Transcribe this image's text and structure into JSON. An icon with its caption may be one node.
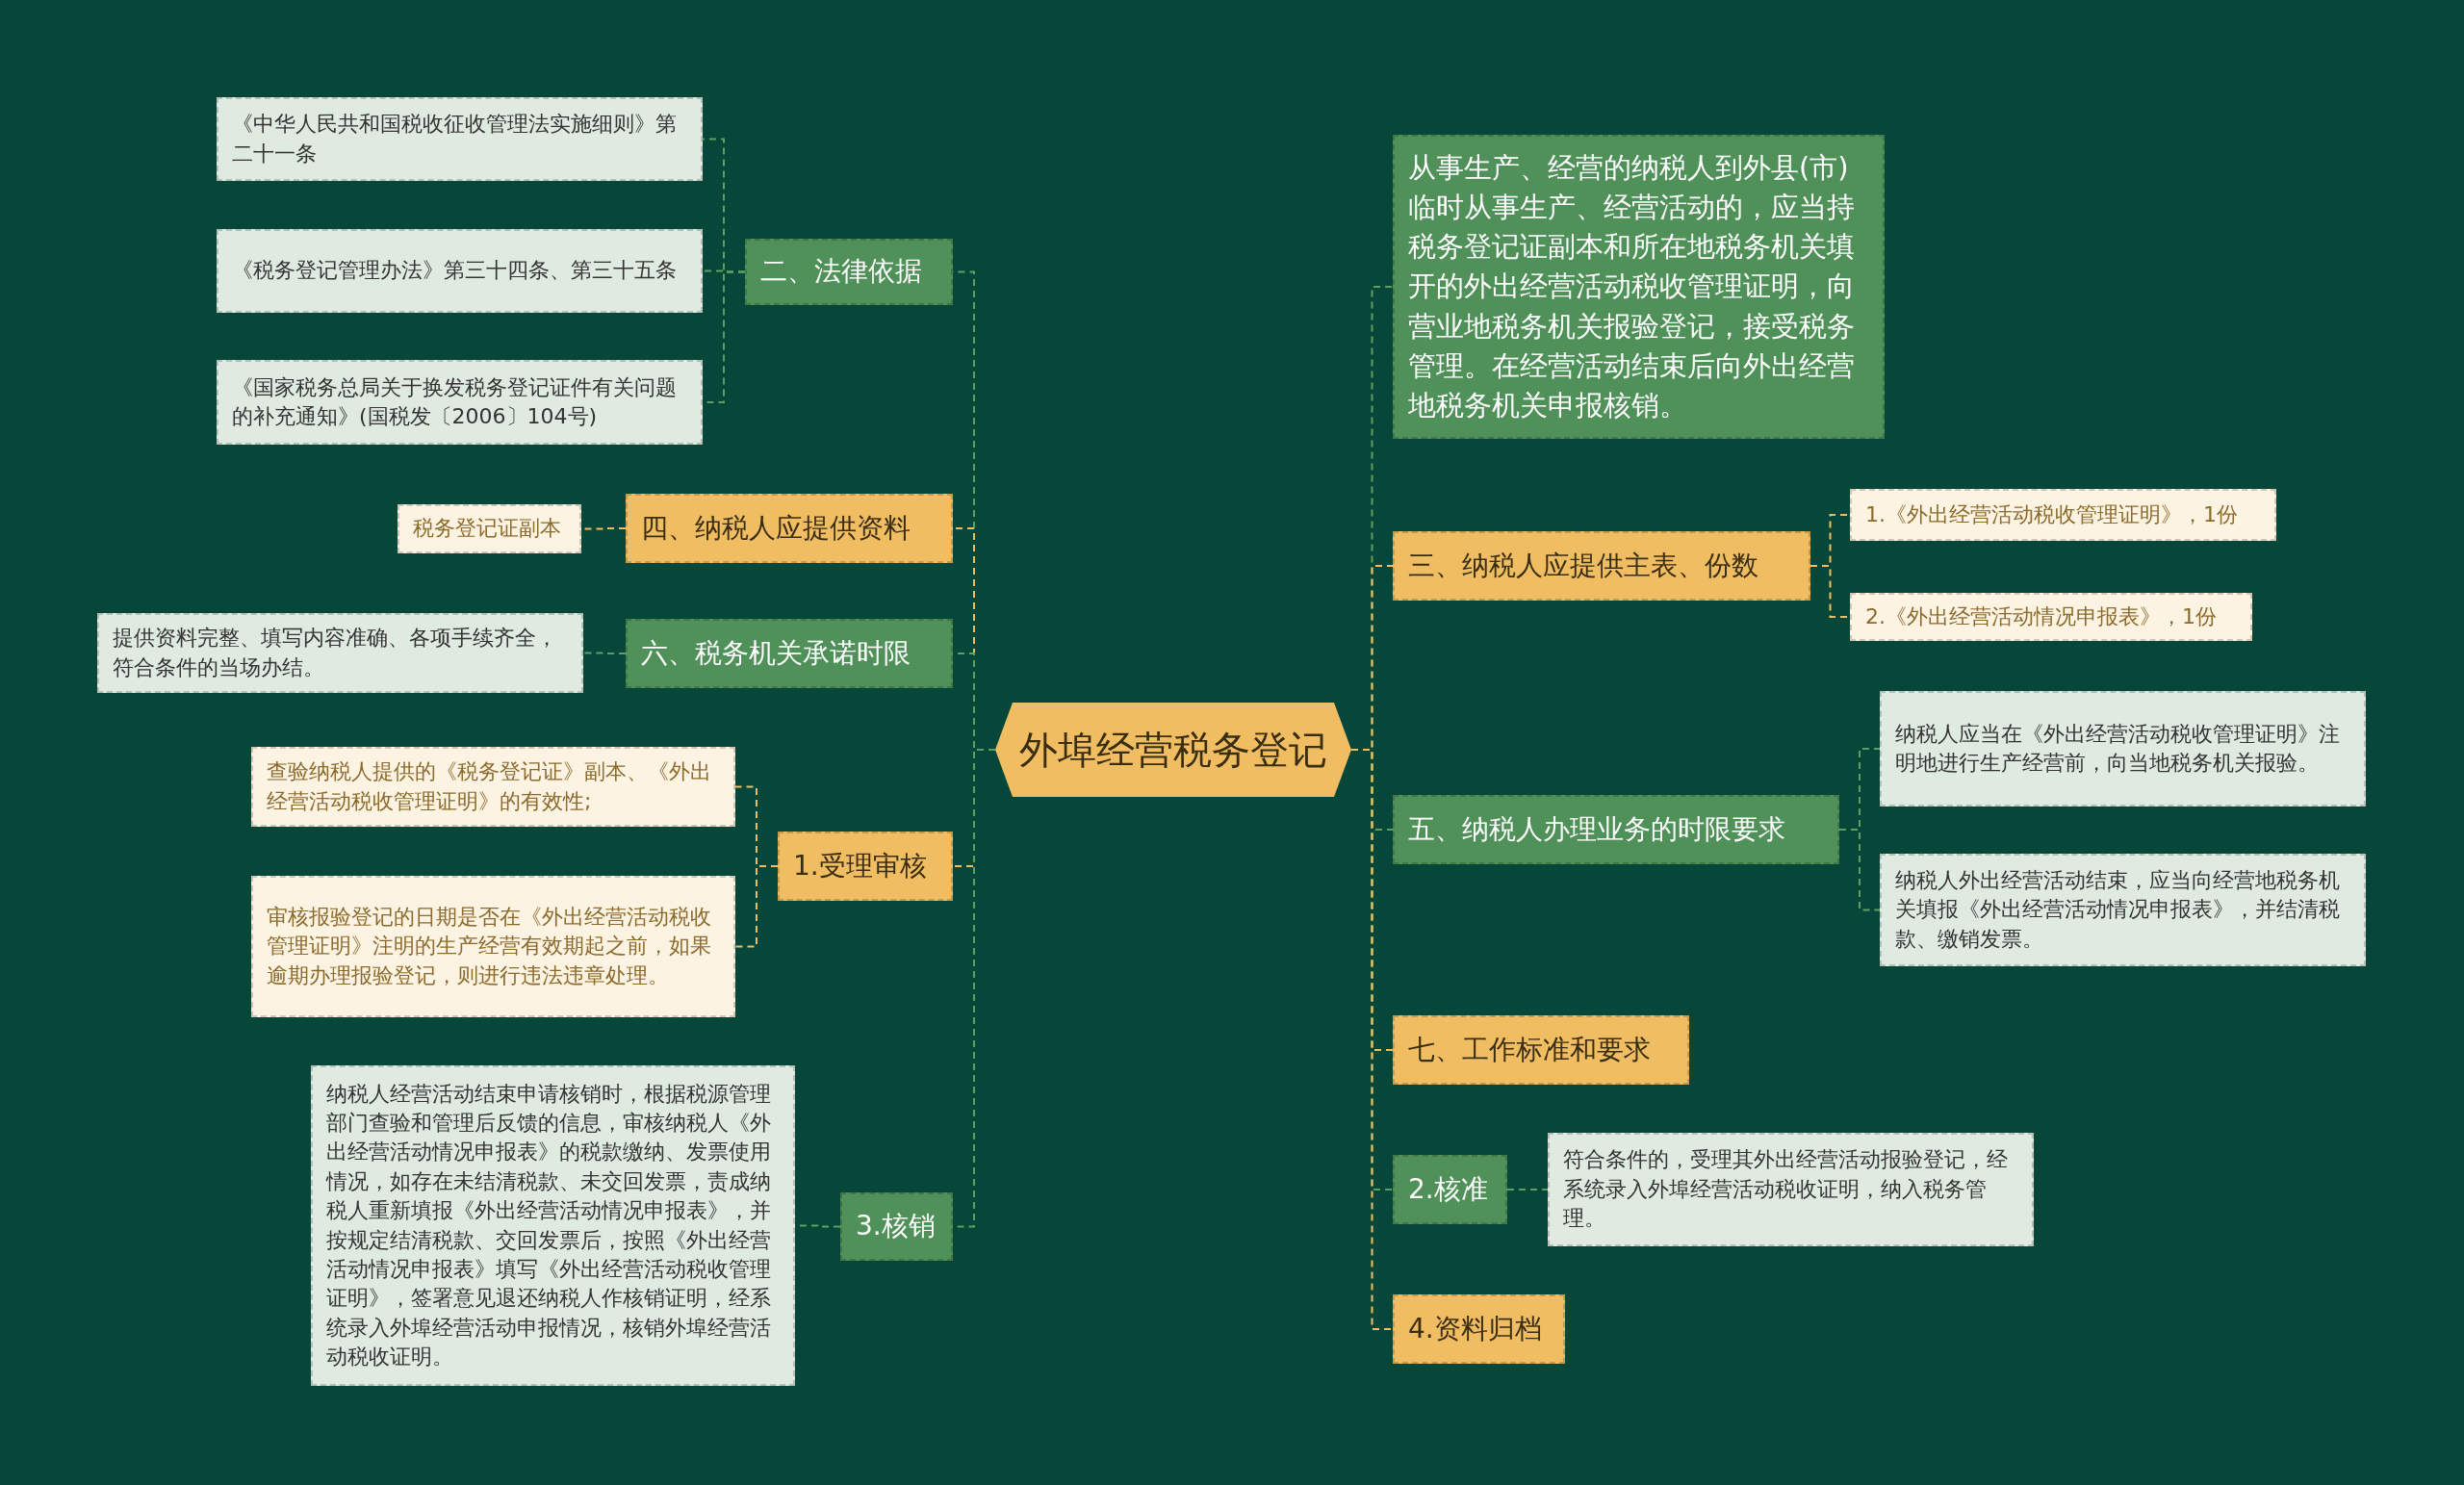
{
  "diagram": {
    "nodes": [
      {
        "text": [
          "外埠经营税务登记"
        ]
      },
      {
        "text": [
          "二、法律依据"
        ]
      },
      {
        "text": [
          "《中华人民共和国税收征收管理法实施细则》第二十一条"
        ]
      },
      {
        "text": [
          "《税务登记管理办法》第三十四条、第三十五条"
        ]
      },
      {
        "text": [
          "《国家税务总局关于换发税务登记证件有关问题的补充通知》(国税发〔2006〕104号)"
        ]
      },
      {
        "text": [
          "四、纳税人应提供资料"
        ]
      },
      {
        "text": [
          "税务登记证副本"
        ]
      },
      {
        "text": [
          "六、税务机关承诺时限"
        ]
      },
      {
        "text": [
          "提供资料完整、填写内容准确、各项手续齐全，符合条件的当场办结。"
        ]
      },
      {
        "text": [
          "1.受理审核"
        ]
      },
      {
        "text": [
          "查验纳税人提供的《税务登记证》副本、《外出经营活动税收管理证明》的有效性;"
        ]
      },
      {
        "text": [
          "审核报验登记的日期是否在《外出经营活动税收管理证明》注明的生产经营有效期起之前，如果逾期办理报验登记，则进行违法违章处理。"
        ]
      },
      {
        "text": [
          "3.核销"
        ]
      },
      {
        "text": [
          "纳税人经营活动结束申请核销时，根据税源管理部门查验和管理后反馈的信息，审核纳税人《外出经营活动情况申报表》的税款缴纳、发票使用情况，如存在未结清税款、未交回发票，责成纳税人重新填报《外出经营活动情况申报表》，并按规定结清税款、交回发票后，按照《外出经营活动情况申报表》填写《外出经营活动税收管理证明》，签署意见退还纳税人作核销证明，经系统录入外埠经营活动申报情况，核销外埠经营活动税收证明。"
        ]
      },
      {
        "text": [
          "从事生产、经营的纳税人到外县(市)临时从事生产、经营活动的，应当持税务登记证副本和所在地税务机关填开的外出经营活动税收管理证明，向营业地税务机关报验登记，接受税务管理。在经营活动结束后向外出经营地税务机关申报核销。"
        ]
      },
      {
        "text": [
          "三、纳税人应提供主表、份数"
        ]
      },
      {
        "text": [
          "1.《外出经营活动税收管理证明》，1份"
        ]
      },
      {
        "text": [
          "2.《外出经营活动情况申报表》，1份"
        ]
      },
      {
        "text": [
          "五、纳税人办理业务的时限要求"
        ]
      },
      {
        "text": [
          "纳税人应当在《外出经营活动税收管理证明》注明地进行生产经营前，向当地税务机关报验。"
        ]
      },
      {
        "text": [
          "纳税人外出经营活动结束，应当向经营地税务机关填报《外出经营活动情况申报表》，并结清税款、缴销发票。"
        ]
      },
      {
        "text": [
          "七、工作标准和要求"
        ]
      },
      {
        "text": [
          "2.核准"
        ]
      },
      {
        "text": [
          "符合条件的，受理其外出经营活动报验登记，经系统录入外埠经营活动税收证明，纳入税务管理。"
        ]
      },
      {
        "text": [
          "4.资料归档"
        ]
      }
    ],
    "edges": [
      {
        "from": 0,
        "to": 1,
        "arrow": "none",
        "style": "dashed"
      },
      {
        "from": 1,
        "to": 2,
        "arrow": "none",
        "style": "dashed"
      },
      {
        "from": 1,
        "to": 3,
        "arrow": "none",
        "style": "dashed"
      },
      {
        "from": 1,
        "to": 4,
        "arrow": "none",
        "style": "dashed"
      },
      {
        "from": 0,
        "to": 5,
        "arrow": "none",
        "style": "dashed",
        "color": "#f0bd62"
      },
      {
        "from": 5,
        "to": 6,
        "arrow": "none",
        "style": "dashed",
        "color": "#f0bd62"
      },
      {
        "from": 0,
        "to": 7,
        "arrow": "none",
        "style": "dashed"
      },
      {
        "from": 7,
        "to": 8,
        "arrow": "none",
        "style": "dashed"
      },
      {
        "from": 0,
        "to": 9,
        "arrow": "none",
        "style": "dashed",
        "color": "#f0bd62"
      },
      {
        "from": 9,
        "to": 10,
        "arrow": "none",
        "style": "dashed",
        "color": "#f0bd62"
      },
      {
        "from": 9,
        "to": 11,
        "arrow": "none",
        "style": "dashed",
        "color": "#f0bd62"
      },
      {
        "from": 0,
        "to": 12,
        "arrow": "none",
        "style": "dashed"
      },
      {
        "from": 12,
        "to": 13,
        "arrow": "none",
        "style": "dashed"
      },
      {
        "from": 0,
        "to": 14,
        "arrow": "none",
        "style": "dashed"
      },
      {
        "from": 0,
        "to": 15,
        "arrow": "none",
        "style": "dashed",
        "color": "#f0bd62"
      },
      {
        "from": 15,
        "to": 16,
        "arrow": "none",
        "style": "dashed",
        "color": "#f0bd62"
      },
      {
        "from": 15,
        "to": 17,
        "arrow": "none",
        "style": "dashed",
        "color": "#f0bd62"
      },
      {
        "from": 0,
        "to": 18,
        "arrow": "none",
        "style": "dashed"
      },
      {
        "from": 18,
        "to": 19,
        "arrow": "none",
        "style": "dashed"
      },
      {
        "from": 18,
        "to": 20,
        "arrow": "none",
        "style": "dashed"
      },
      {
        "from": 0,
        "to": 21,
        "arrow": "none",
        "style": "dashed",
        "color": "#f0bd62"
      },
      {
        "from": 0,
        "to": 22,
        "arrow": "none",
        "style": "dashed"
      },
      {
        "from": 22,
        "to": 23,
        "arrow": "none",
        "style": "dashed"
      },
      {
        "from": 0,
        "to": 24,
        "arrow": "none",
        "style": "dashed",
        "color": "#f0bd62"
      }
    ]
  }
}
